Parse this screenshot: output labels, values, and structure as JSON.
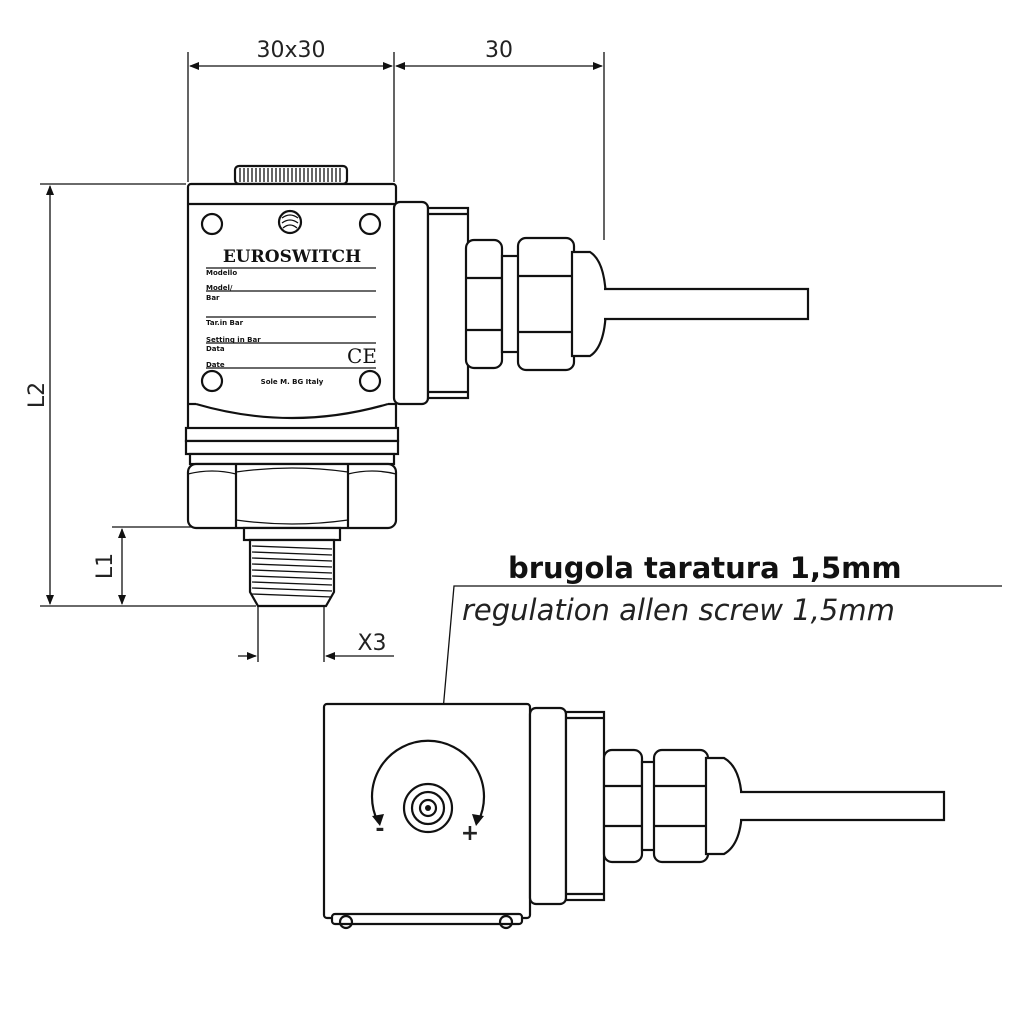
{
  "dimensions": {
    "width_body": "30x30",
    "width_connector": "30",
    "height_total": "L2",
    "height_thread": "L1",
    "thread_width": "X3"
  },
  "nameplate": {
    "brand": "EUROSWITCH",
    "field_modello": "Modello",
    "field_model": "Model/",
    "field_bar": "Bar",
    "field_tar": "Tar.in Bar",
    "field_setting": "Setting in Bar",
    "field_data": "Data",
    "field_date": "Date",
    "made_in": "Sole M. BG Italy",
    "ce_mark": "CE"
  },
  "note": {
    "title": "brugola taratura 1,5mm",
    "subtitle": "regulation allen screw 1,5mm"
  },
  "regulator": {
    "minus": "-",
    "plus": "+"
  }
}
